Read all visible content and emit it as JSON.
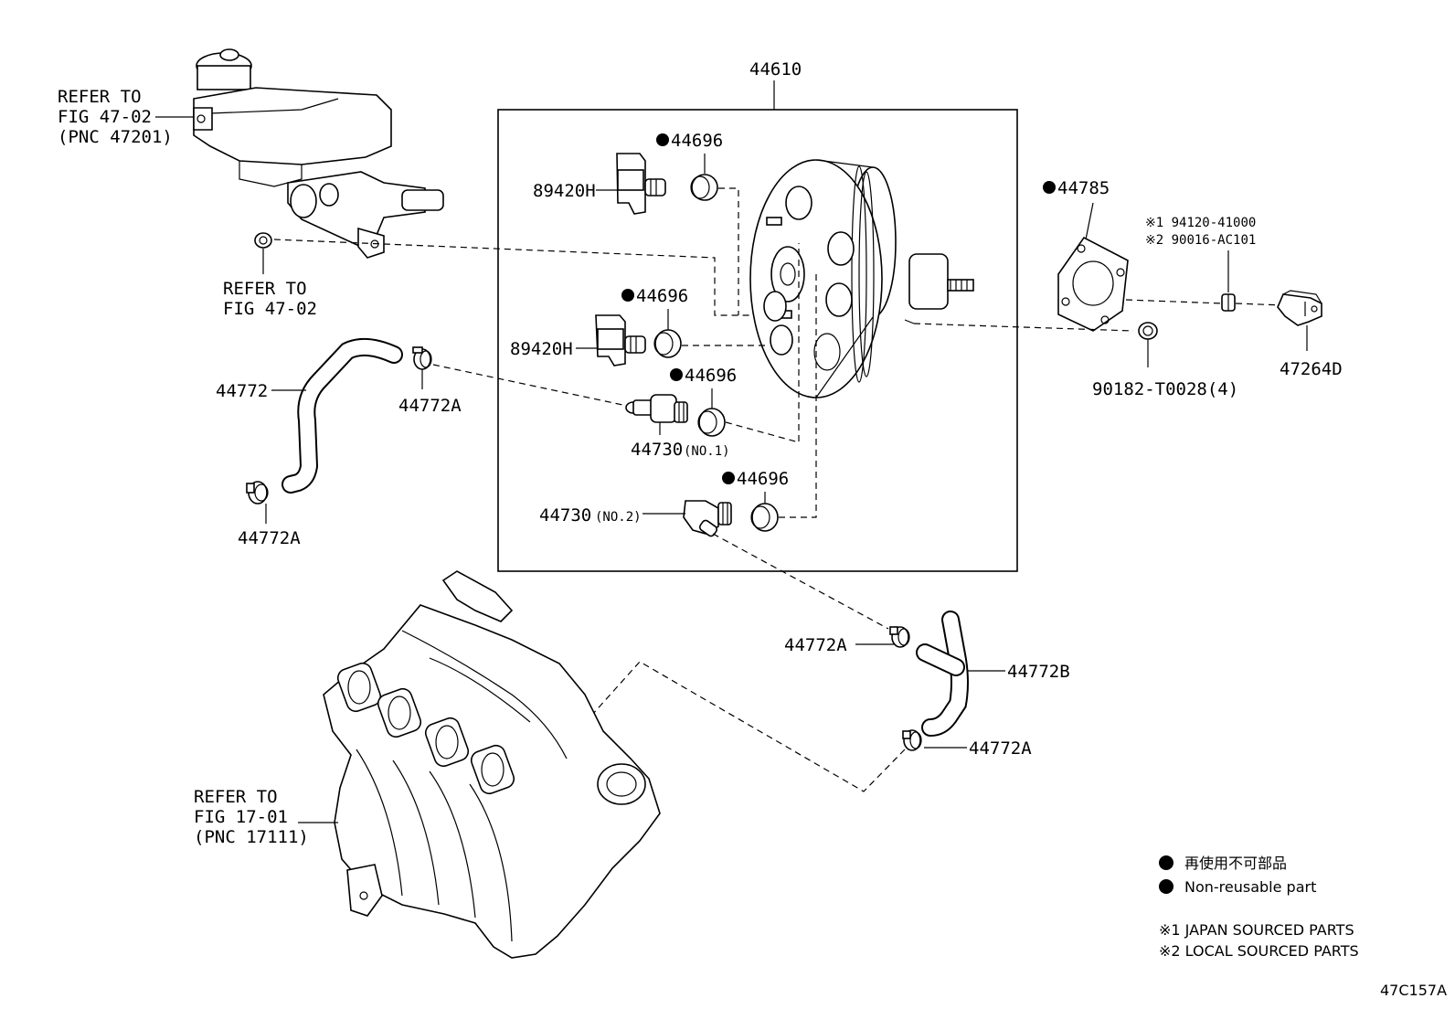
{
  "diagram": {
    "assembly_label": "44610",
    "callouts": {
      "refer_master_cylinder": [
        "REFER TO",
        "FIG 47-02",
        "(PNC 47201)"
      ],
      "refer_clip": [
        "REFER TO",
        "FIG 47-02"
      ],
      "refer_manifold": [
        "REFER TO",
        "FIG 17-01",
        "(PNC 17111)"
      ],
      "grommet_1": "44696",
      "grommet_2": "44696",
      "grommet_3": "44696",
      "grommet_4": "44696",
      "sensor_1": "89420H",
      "sensor_2": "89420H",
      "hose_upper": "44772",
      "clamp_upper_right": "44772A",
      "clamp_upper_left": "44772A",
      "check_valve_1": "44730",
      "check_valve_1_sub": "(NO.1)",
      "check_valve_2": "44730",
      "check_valve_2_sub": "(NO.2)",
      "gasket": "44785",
      "part_number_1": "※1 94120-41000",
      "part_number_2": "※2 90016-AC101",
      "bracket": "47264D",
      "nut": "90182-T0028(4)",
      "clamp_lower_upper": "44772A",
      "hose_lower": "44772B",
      "clamp_lower_lower": "44772A"
    },
    "legend": {
      "jp": "再使用不可部品",
      "en": "Non-reusable part",
      "note_1": "※1 JAPAN SOURCED PARTS",
      "note_2": "※2 LOCAL SOURCED PARTS"
    },
    "figure_code": "47C157A"
  }
}
